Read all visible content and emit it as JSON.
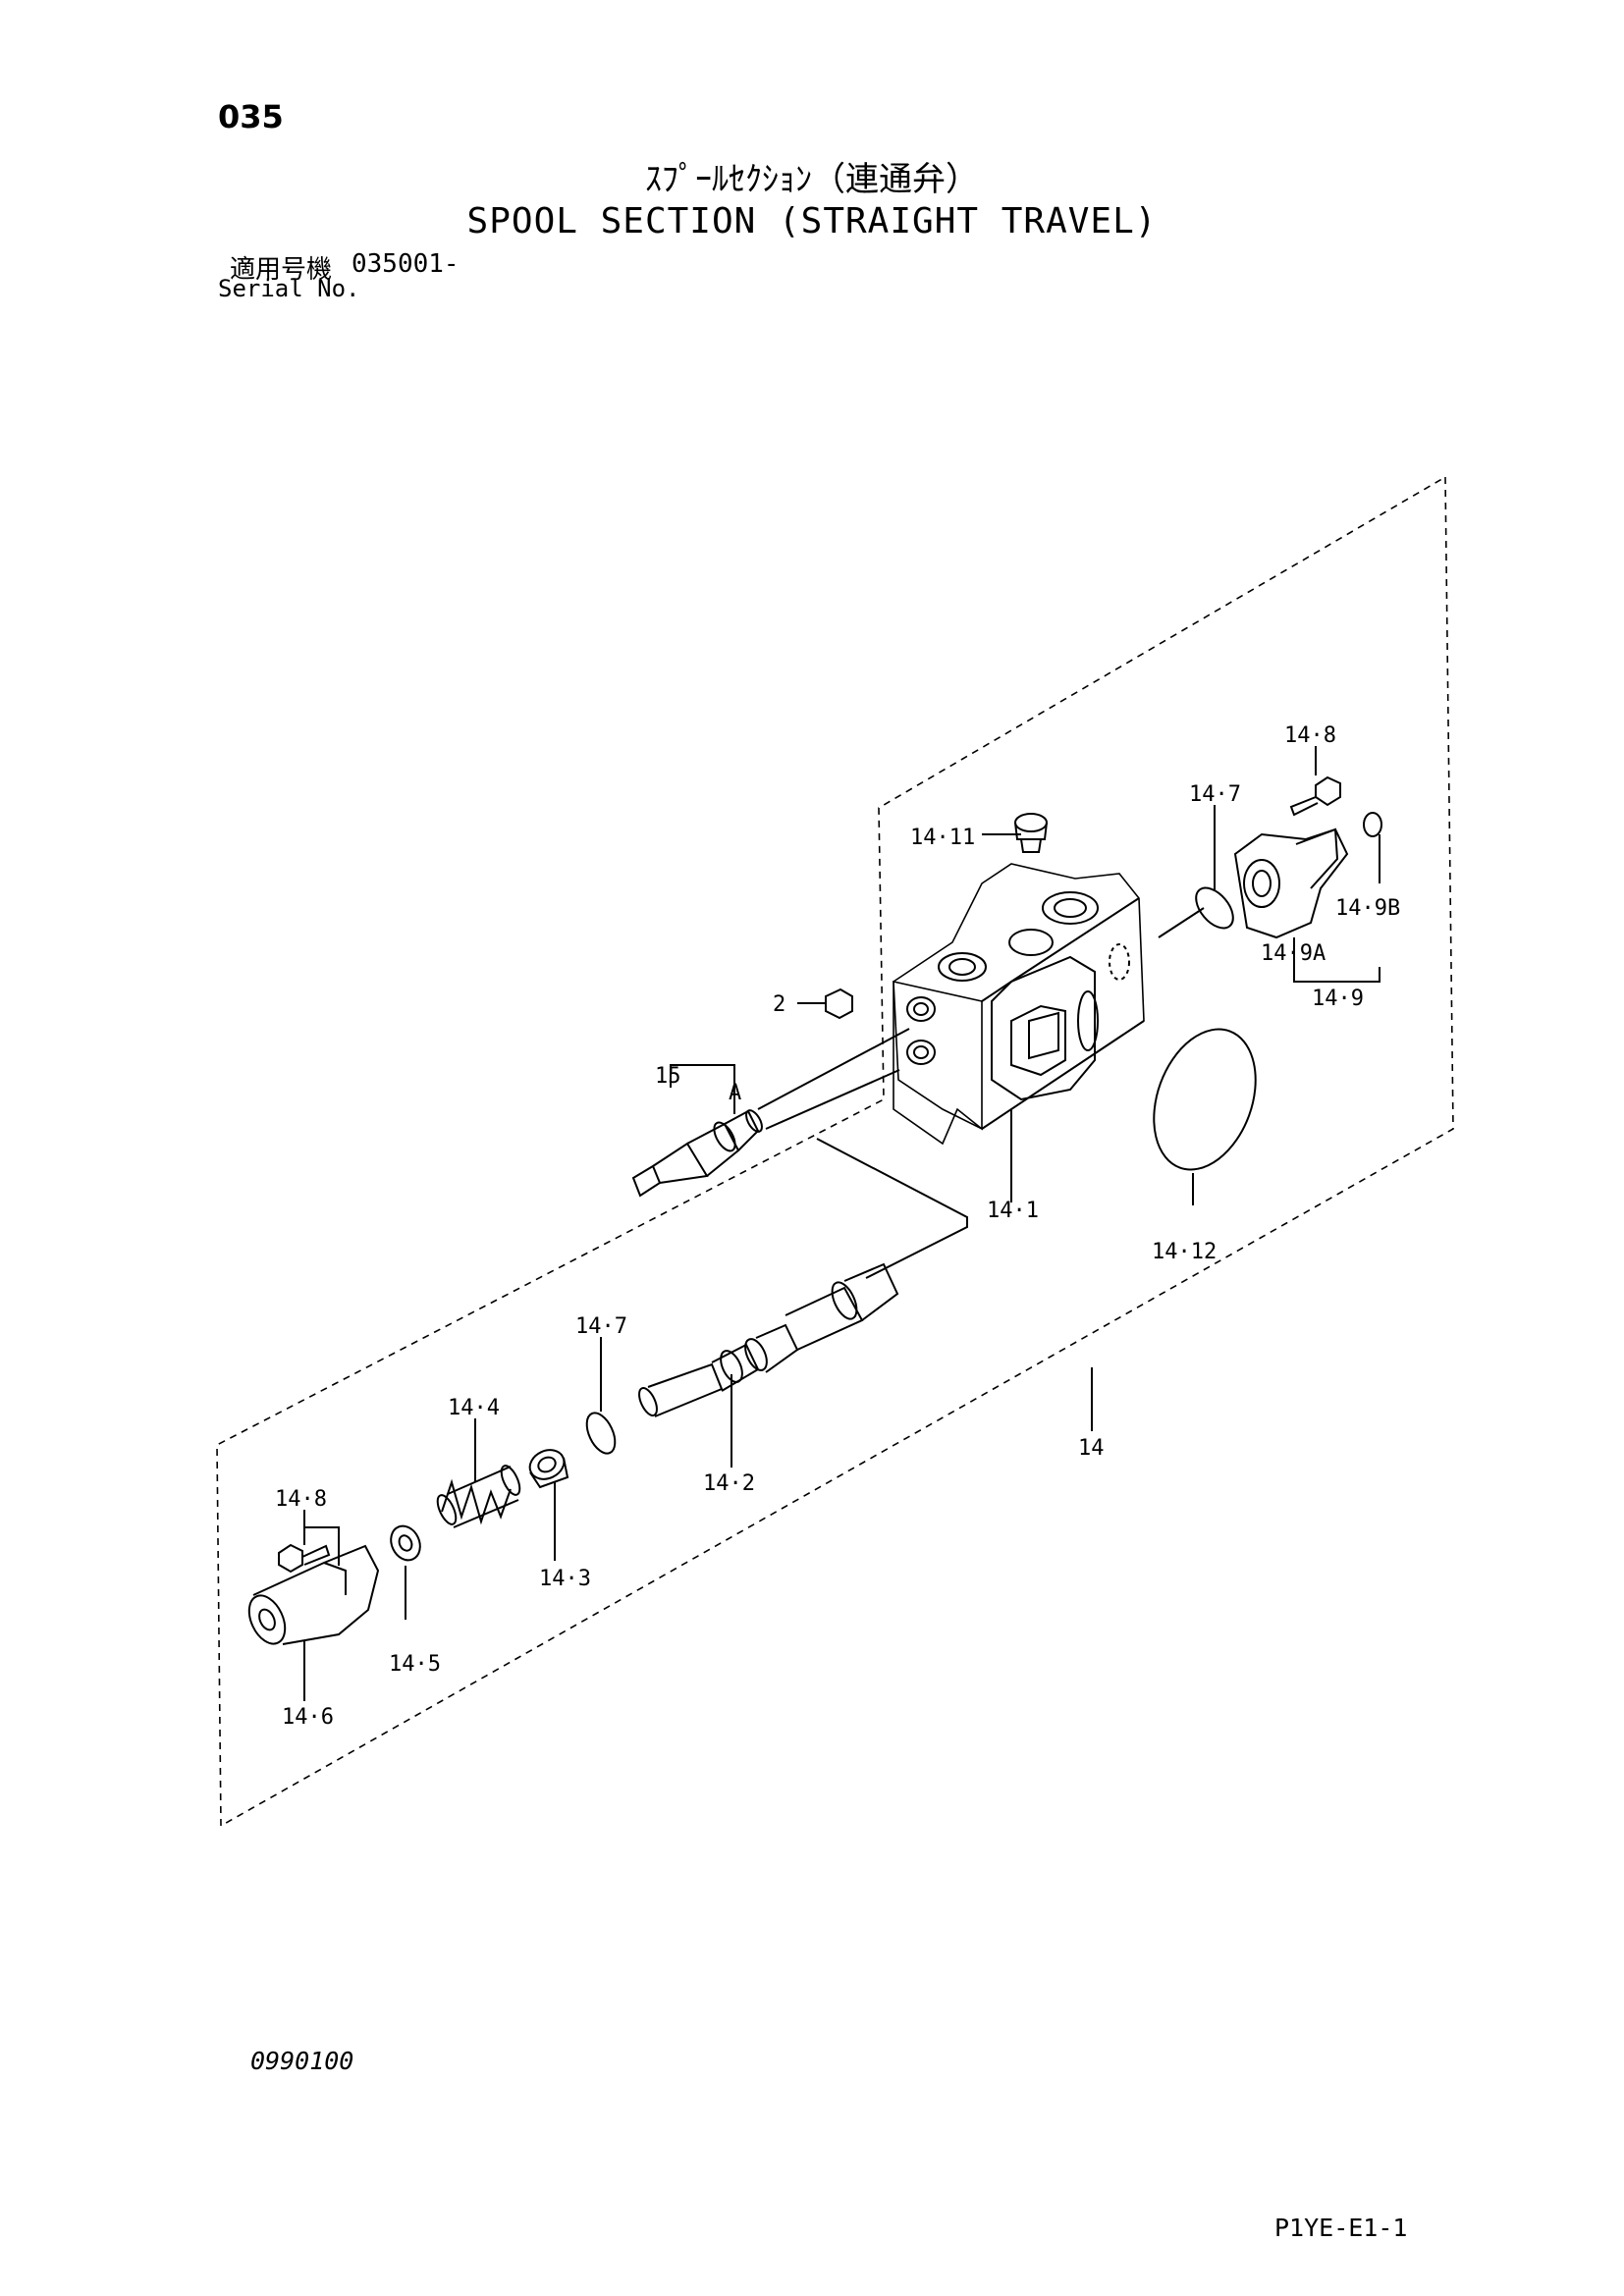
{
  "page_number": "035",
  "title_jp": "ｽﾌﾟｰﾙｾｸｼｮﾝ（連通弁）",
  "title_en": "SPOOL SECTION (STRAIGHT TRAVEL)",
  "serial": {
    "label_jp": "適用号機",
    "value": "035001-",
    "label_en": "Serial No."
  },
  "doc_code": "0990100",
  "page_ref": "P1YE-E1-1",
  "callouts": {
    "c14_8_top": "14·8",
    "c14_7_top": "14·7",
    "c14_11": "14·11",
    "c14_9b": "14·9B",
    "c14_9a": "14·9A",
    "c14_9": "14·9",
    "c2": "2",
    "c15": "15",
    "cA": "A",
    "c14_1": "14·1",
    "c14_12": "14·12",
    "c14_7_bot": "14·7",
    "c14_4": "14·4",
    "c14_2": "14·2",
    "c14": "14",
    "c14_8_bot": "14·8",
    "c14_3": "14·3",
    "c14_5": "14·5",
    "c14_6": "14·6"
  }
}
